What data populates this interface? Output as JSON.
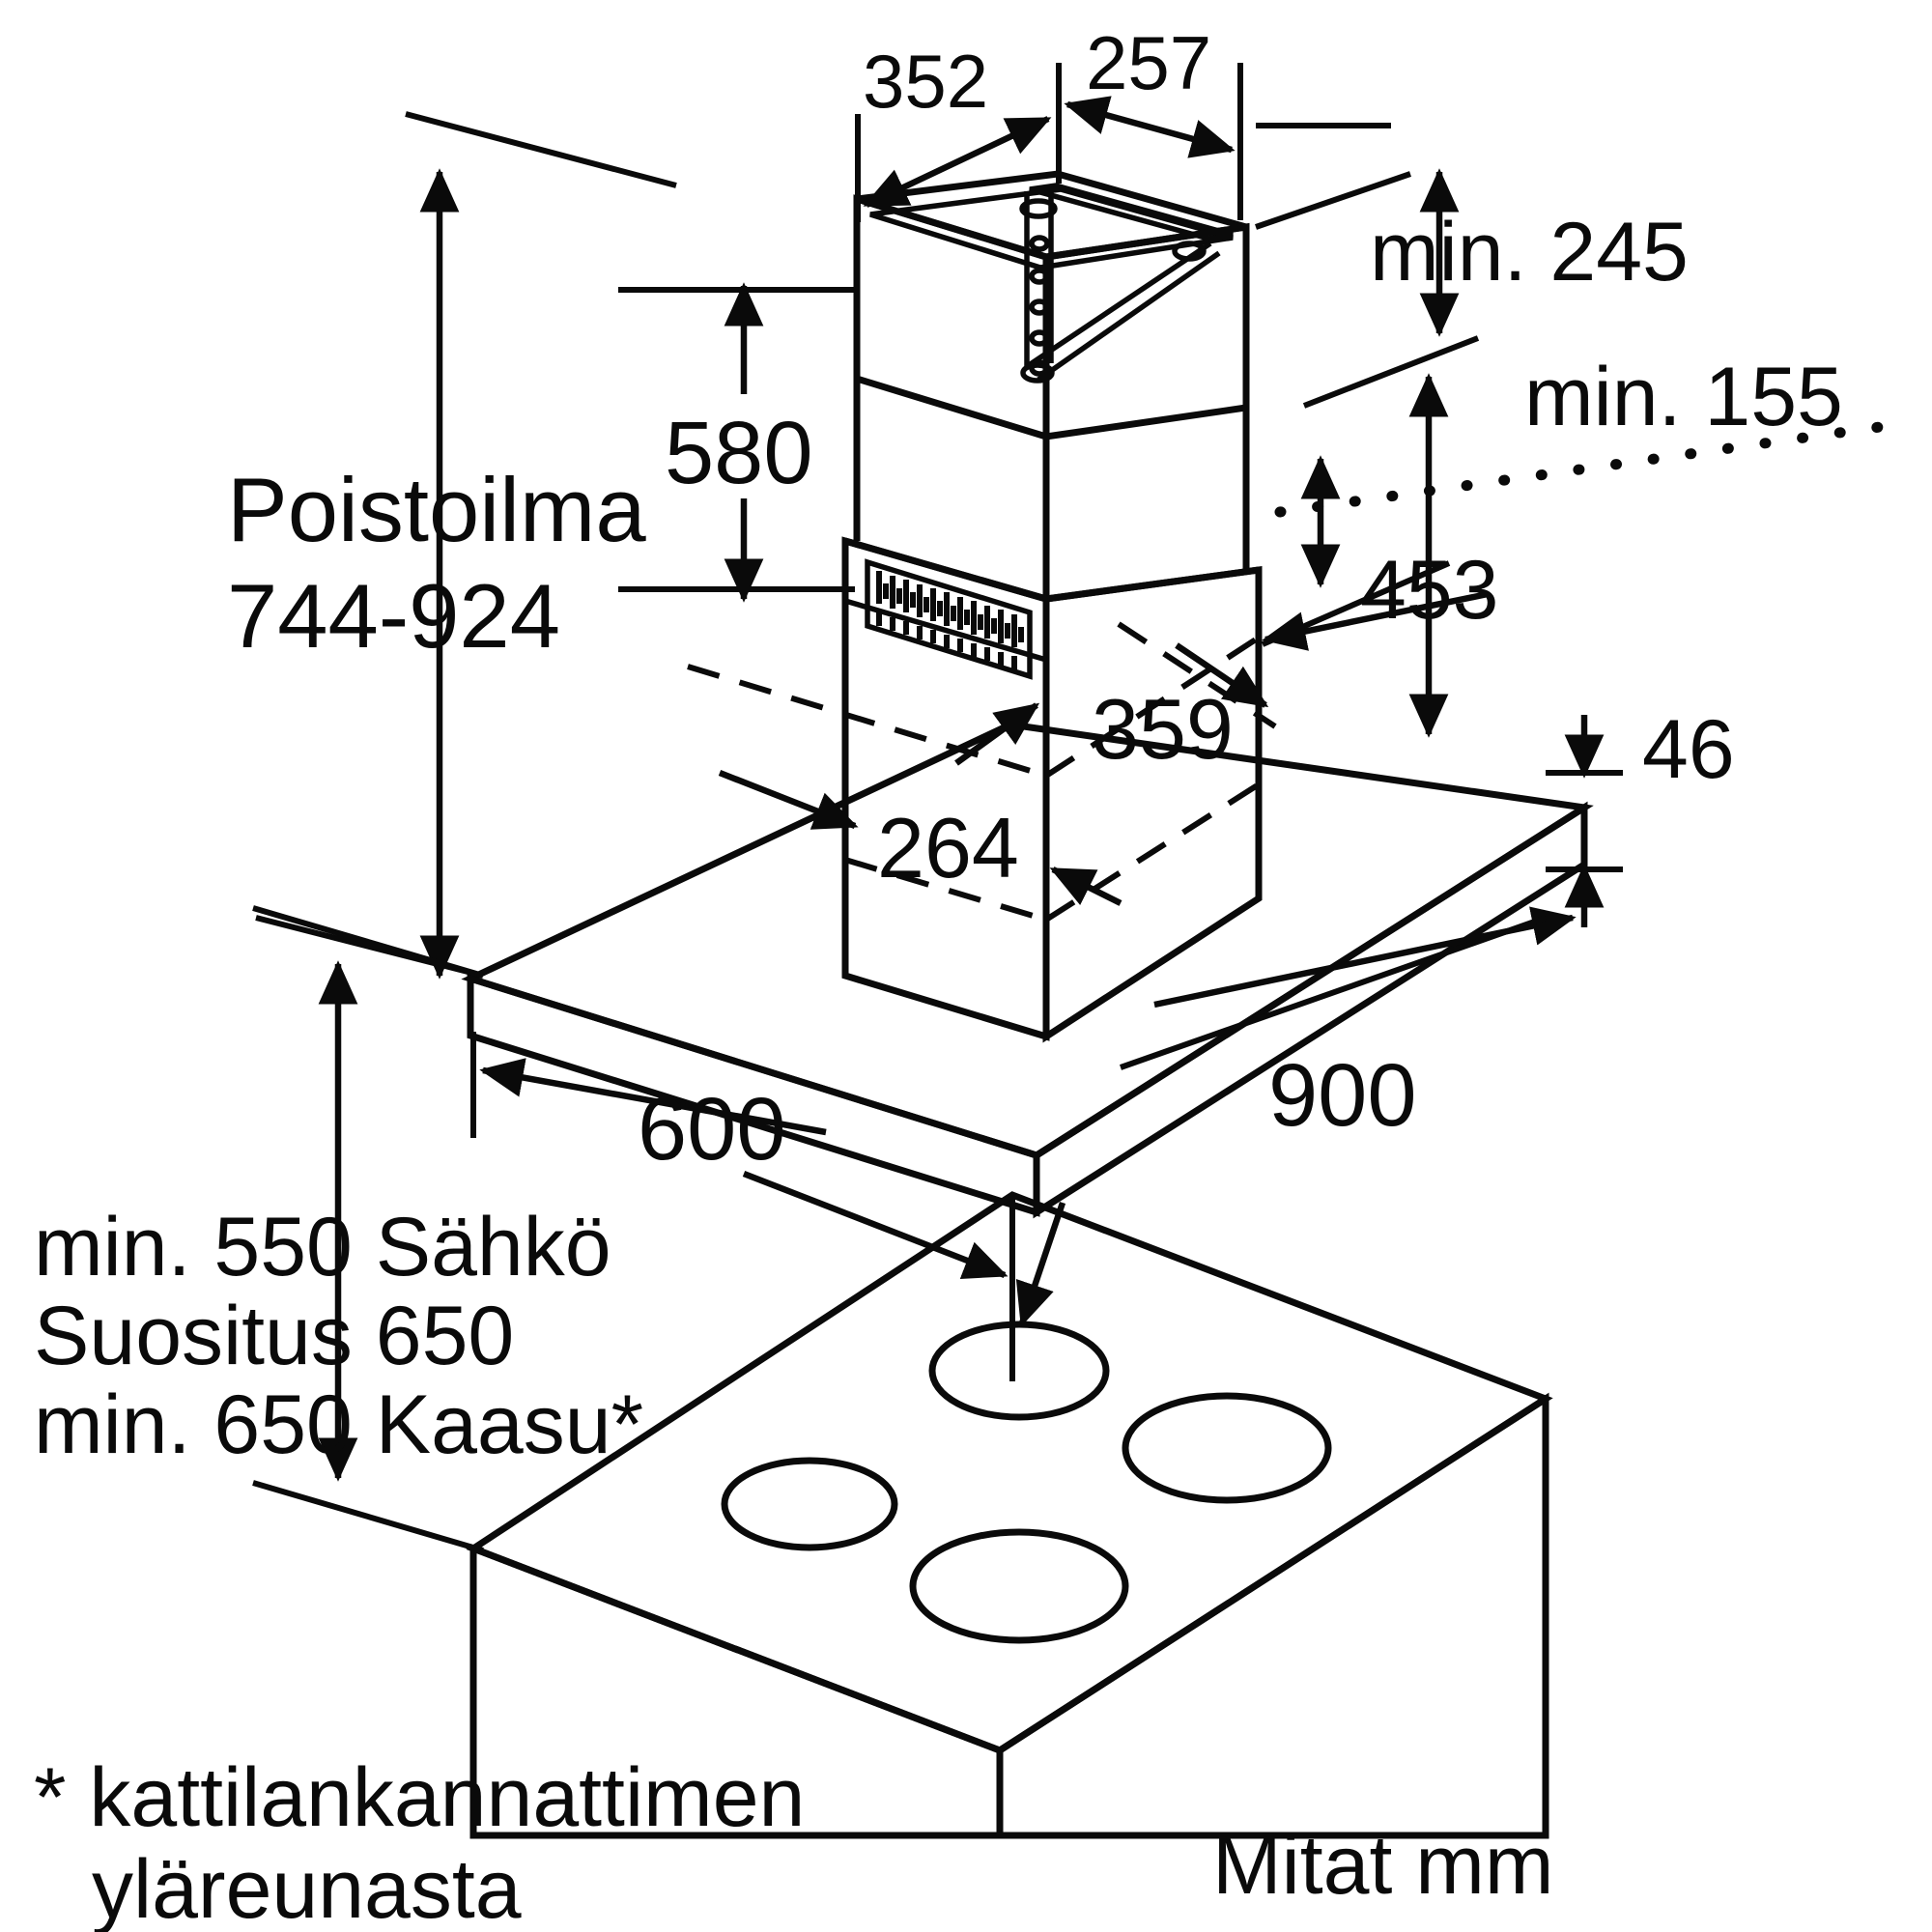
{
  "drawing": {
    "title_note": "Mitat mm",
    "units": "mm",
    "language": "fi"
  },
  "dimensions": {
    "d352": "352",
    "d257": "257",
    "d580": "580",
    "d264": "264",
    "d359": "359",
    "d453": "453",
    "d46": "46",
    "d900": "900",
    "d600": "600",
    "min245": "min. 245",
    "min155": "min. 155"
  },
  "labels": {
    "exhaust_title": "Poistoilma",
    "exhaust_range": "744-924",
    "clearance_line1": "min. 550 Sähkö",
    "clearance_line2": "Suositus 650",
    "clearance_line3": "min. 650 Kaasu*",
    "footnote_line1": "* kattilankannattimen",
    "footnote_line2": "yläreunasta",
    "units_note": "Mitat mm"
  },
  "colors": {
    "ink": "#0a0a0a",
    "paper": "#ffffff"
  },
  "chart_data": {
    "type": "table",
    "title": "Island cooker hood installation dimension drawing (mm)",
    "categories": [
      "352",
      "257",
      "580",
      "264",
      "359",
      "453",
      "46",
      "900",
      "600",
      "min. 245",
      "min. 155",
      "744-924",
      "min. 550 Sähkö",
      "Suositus 650",
      "min. 650 Kaasu*"
    ],
    "values": [
      352,
      257,
      580,
      264,
      359,
      453,
      46,
      900,
      600,
      245,
      155,
      744,
      550,
      650,
      650
    ],
    "annotations": [
      "Poistoilma 744-924",
      "* kattilankannattimen yläreunasta",
      "Mitat mm"
    ]
  }
}
